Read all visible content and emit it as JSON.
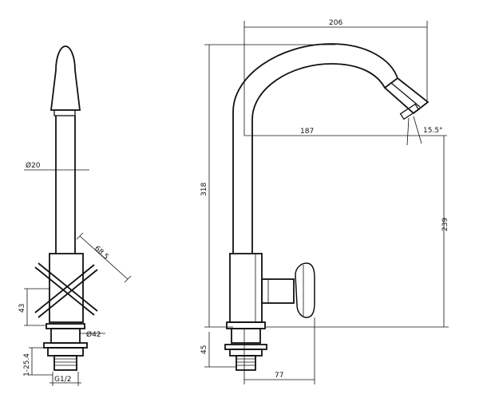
{
  "dimensions": {
    "diameter_tube": "Ø20",
    "handle_span": "68.5",
    "height_43": "43",
    "diameter_base": "Ø42",
    "thread_25_4": "1-25.4",
    "thread_g12": "G1/2",
    "width_206": "206",
    "width_187": "187",
    "angle": "15.5°",
    "height_318": "318",
    "height_239": "239",
    "height_45": "45",
    "width_77": "77"
  }
}
